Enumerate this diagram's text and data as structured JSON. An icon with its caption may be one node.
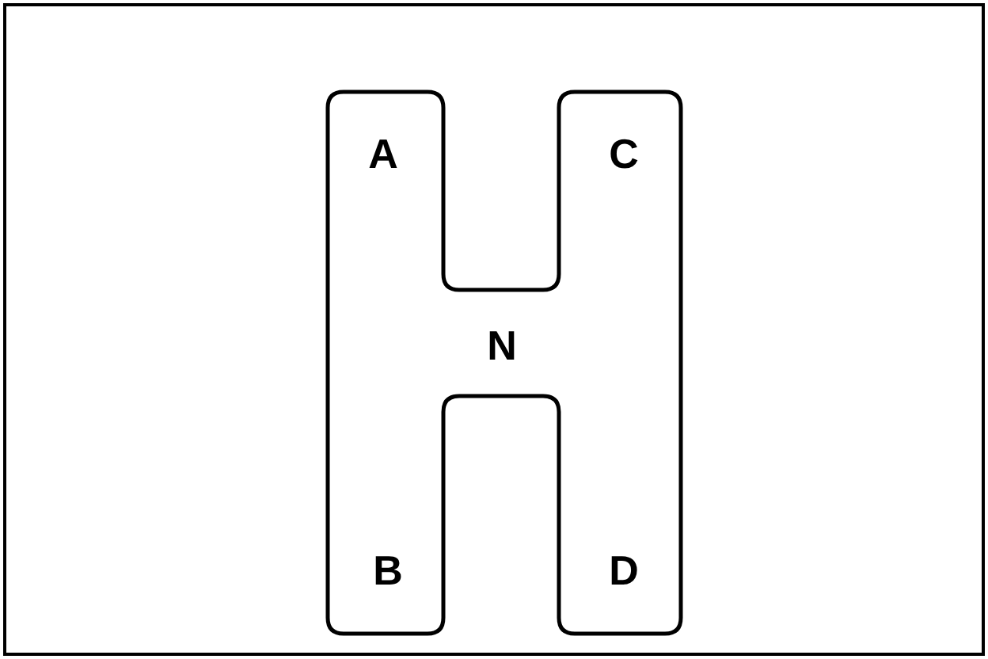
{
  "diagram": {
    "nodes": [
      {
        "text": [
          "A",
          "C",
          "N",
          "B",
          "D"
        ]
      }
    ]
  }
}
